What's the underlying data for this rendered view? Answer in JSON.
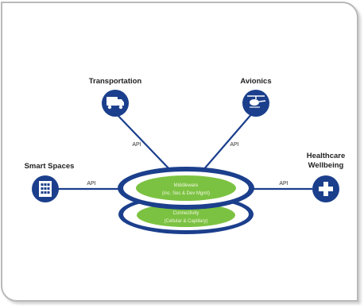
{
  "colors": {
    "node_fill": "#1b3f8c",
    "core_ring": "#1b3f8c",
    "core_fill": "#7cc242",
    "line": "#1b3f8c",
    "card_border": "#b9b9b9"
  },
  "nodes": {
    "transportation": {
      "label": "Transportation",
      "icon": "truck-icon"
    },
    "avionics": {
      "label": "Avionics",
      "icon": "helicopter-icon"
    },
    "smart_spaces": {
      "label": "Smart Spaces",
      "icon": "building-icon"
    },
    "healthcare": {
      "label_line1": "Healthcare",
      "label_line2": "Wellbeing",
      "icon": "plus-icon"
    }
  },
  "connections": {
    "transportation_api": "API",
    "avionics_api": "API",
    "smart_spaces_api": "API",
    "healthcare_api": "API"
  },
  "core": {
    "middleware_line1": "Middleware",
    "middleware_line2": "(inc. Sec & Dev Mgmt)",
    "connectivity_line1": "Connectivity",
    "connectivity_line2": "(Cellular & Capillary)"
  }
}
